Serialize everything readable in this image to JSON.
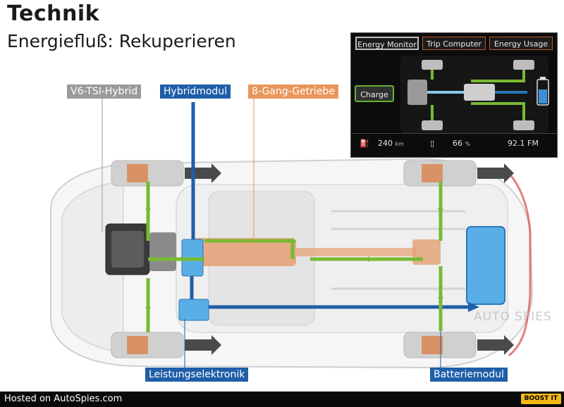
{
  "header": {
    "title": "Technik",
    "subtitle": "Energiefluß: Rekuperieren"
  },
  "labels": {
    "engine": "V6-TSI-Hybrid",
    "hybrid_module": "Hybridmodul",
    "gearbox": "8-Gang-Getriebe",
    "power_electronics": "Leistungselektronik",
    "battery_module": "Batteriemodul"
  },
  "energy_monitor": {
    "tabs": [
      "Energy Monitor",
      "Trip Computer",
      "Energy Usage"
    ],
    "active_tab": "Energy Monitor",
    "mode_button": "Charge",
    "range": "240",
    "range_unit": "km",
    "battery_percent": "66",
    "battery_unit": "%",
    "radio": "92.1 FM"
  },
  "watermark": "AUTO SPIES",
  "footer": {
    "text": "Hosted on AutoSpies.com",
    "button": "BOOST IT"
  },
  "colors": {
    "flow_mechanical": "#79b933",
    "flow_electrical": "#1f5ea8",
    "component_orange": "#d9824a",
    "battery_blue": "#5aaee6",
    "label_grey": "#9a9a9a",
    "label_blue": "#1f5ea8",
    "label_orange": "#e8965a",
    "footer_button": "#f3b814"
  }
}
